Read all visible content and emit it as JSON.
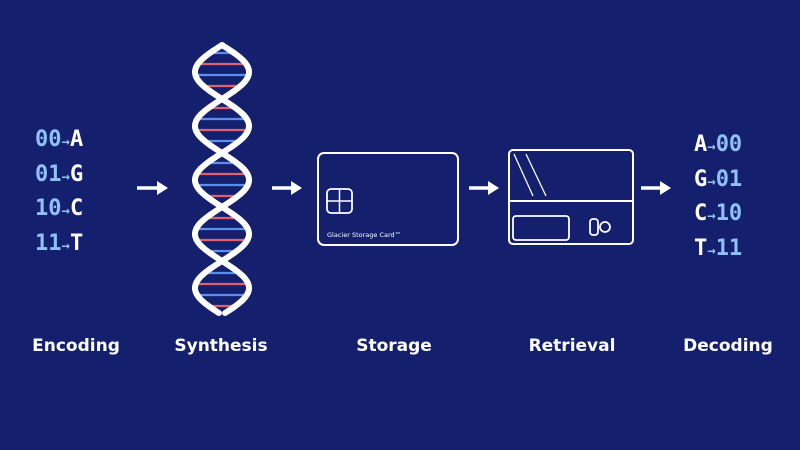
{
  "colors": {
    "background": "#141f6e",
    "bits": "#8fc1f5",
    "base": "#ffffff",
    "dna_rung_red": "#e0606e",
    "dna_rung_blue": "#5b8ff0"
  },
  "encoding": [
    {
      "bits": "00",
      "arrow": "→",
      "base": "A"
    },
    {
      "bits": "01",
      "arrow": "→",
      "base": "G"
    },
    {
      "bits": "10",
      "arrow": "→",
      "base": "C"
    },
    {
      "bits": "11",
      "arrow": "→",
      "base": "T"
    }
  ],
  "decoding": [
    {
      "base": "A",
      "arrow": "→",
      "bits": "00"
    },
    {
      "base": "G",
      "arrow": "→",
      "bits": "01"
    },
    {
      "base": "C",
      "arrow": "→",
      "bits": "10"
    },
    {
      "base": "T",
      "arrow": "→",
      "bits": "11"
    }
  ],
  "stages": [
    "Encoding",
    "Synthesis",
    "Storage",
    "Retrieval",
    "Decoding"
  ],
  "card": {
    "label": "Glacier Storage Card™"
  },
  "icons": {
    "flow_arrow": "arrow-right-icon",
    "dna": "dna-helix-icon",
    "card": "storage-card-icon",
    "reader": "card-reader-icon"
  }
}
